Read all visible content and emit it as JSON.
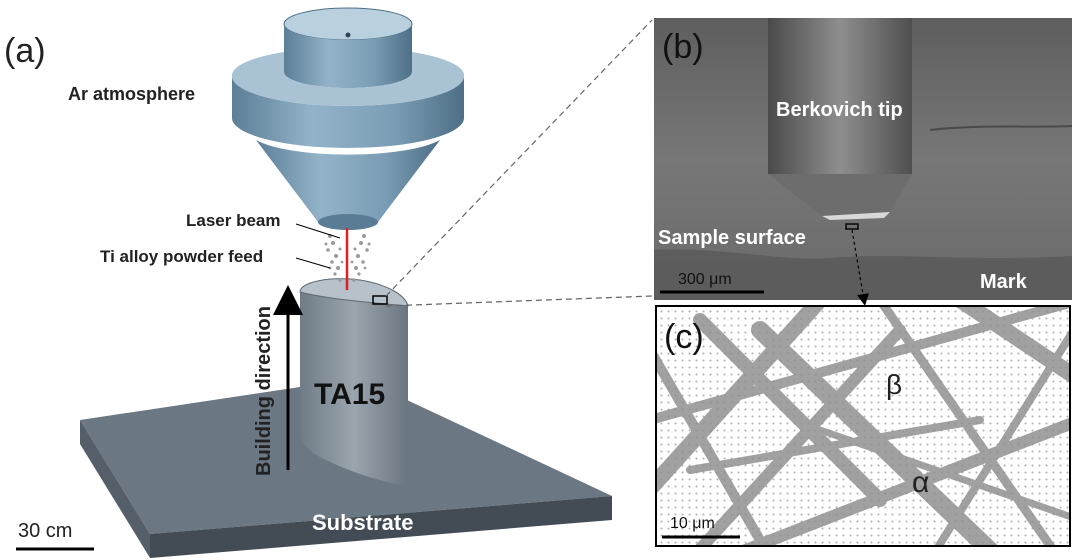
{
  "panel_a": {
    "label": "(a)",
    "ar_atmosphere": "Ar atmosphere",
    "laser_beam": "Laser beam",
    "powder_feed": "Ti alloy powder feed",
    "building_direction": "Building direction",
    "part": "TA15",
    "substrate": "Substrate",
    "scale": "30 cm"
  },
  "panel_b": {
    "label": "(b)",
    "tip": "Berkovich tip",
    "sample_surface": "Sample surface",
    "scale": "300 μm",
    "mark": "Mark"
  },
  "panel_c": {
    "label": "(c)",
    "beta": "β",
    "alpha": "α",
    "scale": "10 μm"
  },
  "colors": {
    "nozzle_top": "#a9c3d4",
    "nozzle_side": "#6f93ab",
    "substrate_top": "#6b7783",
    "substrate_side": "#434c55",
    "laser": "#e02020"
  }
}
